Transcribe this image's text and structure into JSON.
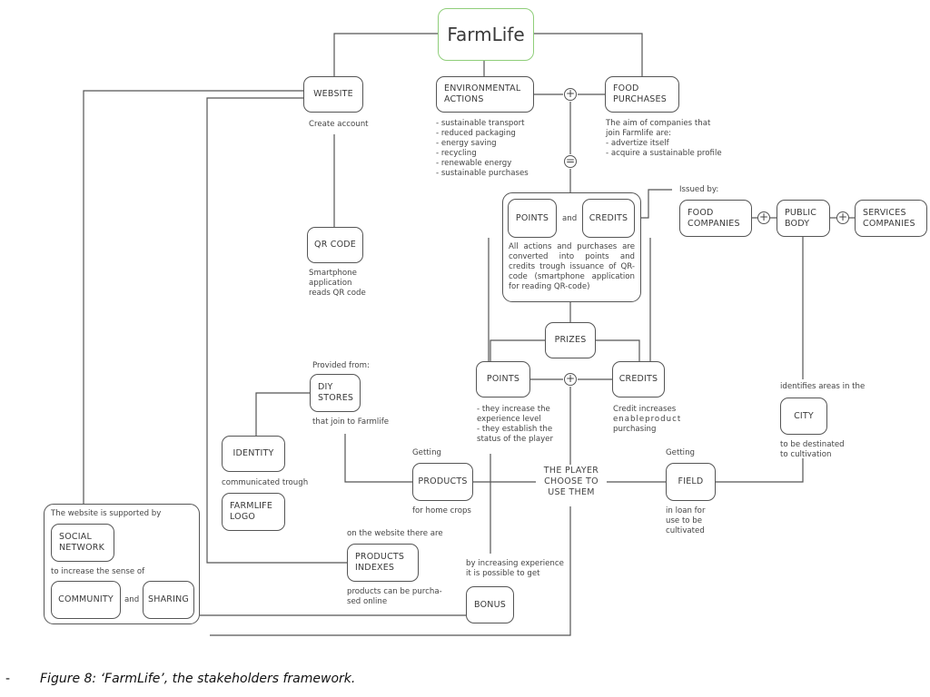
{
  "title": "FarmLife",
  "nodes": {
    "website": "WEBSITE",
    "env_actions": "ENVIRONMENTAL ACTIONS",
    "food_purchases": "FOOD PURCHASES",
    "qr_code": "QR CODE",
    "points_top": "POINTS",
    "credits_top": "CREDITS",
    "food_companies": "FOOD COMPANIES",
    "public_body": "PUBLIC BODY",
    "services_companies": "SERVICES COMPANIES",
    "prizes": "PRIZES",
    "diy_stores": "DIY STORES",
    "points_mid": "POINTS",
    "credits_mid": "CREDITS",
    "identity": "IDENTITY",
    "farmlife_logo": "FARMLIFE LOGO",
    "products": "PRODUCTS",
    "field": "FIELD",
    "city": "CITY",
    "social_network": "SOCIAL NETWORK",
    "community": "COMMUNITY",
    "sharing": "SHARING",
    "products_indexes": "PRODUCTS INDEXES",
    "bonus": "BONUS"
  },
  "texts": {
    "create_account": "Create account",
    "env_list": [
      "- sustainable transport",
      "- reduced packaging",
      "- energy saving",
      "- recycling",
      "- renewable energy",
      "- sustainable purchases"
    ],
    "food_text": [
      "The aim of companies that",
      "join Farmlife are:",
      "- advertize itself",
      "- acquire a sustainable profile"
    ],
    "and1": "and",
    "points_credits_text": "All actions and purchases are converted into points and credits trough issuance of QR-code (smartphone application for reading QR-code)",
    "issued_by": "Issued by:",
    "qr_text": [
      "Smartphone",
      "application",
      "reads QR code"
    ],
    "provided_from": "Provided from:",
    "diy_text": "that join to Farmlife",
    "points_text": [
      "- they increase the",
      "experience level",
      "- they establish the",
      "status of the player"
    ],
    "credits_text": [
      "Credit increases",
      "enableproduct",
      "purchasing"
    ],
    "identifies": "identifies areas in the",
    "city_text": [
      "to be destinated",
      "to cultivation"
    ],
    "communicated": "communicated trough",
    "getting1": "Getting",
    "products_text": "for home crops",
    "player_choose": [
      "THE PLAYER",
      "CHOOSE TO",
      "USE THEM"
    ],
    "getting2": "Getting",
    "field_text": [
      "in loan for",
      "use to be",
      "cultivated"
    ],
    "website_supported": "The website is supported by",
    "increase_sense": "to increase the sense of",
    "and2": "and",
    "on_website": "on the website there are",
    "indexes_text": [
      "products can be purcha-",
      "sed online"
    ],
    "bonus_text": [
      "by increasing experience",
      "it is possible to get"
    ],
    "plus": "+",
    "equals": "="
  },
  "caption": {
    "bullet": "-",
    "text": "Figure 8: ‘FarmLife’, the stakeholders framework."
  }
}
